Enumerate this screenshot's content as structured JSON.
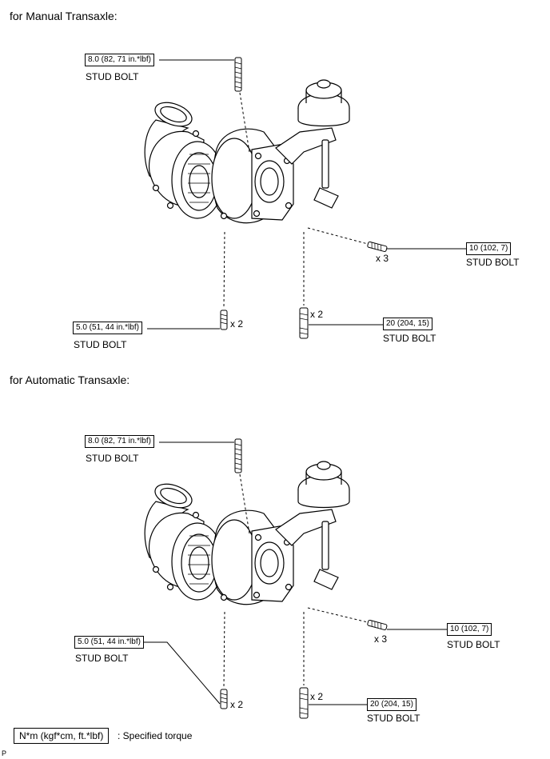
{
  "sections": [
    {
      "heading": "for Manual Transaxle:",
      "callouts": {
        "top": {
          "torque": "8.0 (82, 71 in.*lbf)",
          "label": "STUD BOLT"
        },
        "right": {
          "torque": "10 (102, 7)",
          "label": "STUD BOLT",
          "qty": "x 3"
        },
        "left_bottom": {
          "torque": "5.0 (51, 44 in.*lbf)",
          "label": "STUD BOLT",
          "qty": "x 2"
        },
        "right_bottom": {
          "torque": "20 (204, 15)",
          "label": "STUD BOLT",
          "qty": "x 2"
        }
      }
    },
    {
      "heading": "for Automatic Transaxle:",
      "callouts": {
        "top": {
          "torque": "8.0 (82, 71 in.*lbf)",
          "label": "STUD BOLT"
        },
        "right": {
          "torque": "10 (102, 7)",
          "label": "STUD BOLT",
          "qty": "x 3"
        },
        "left_bottom": {
          "torque": "5.0 (51, 44 in.*lbf)",
          "label": "STUD BOLT",
          "qty": "x 2"
        },
        "right_bottom": {
          "torque": "20 (204, 15)",
          "label": "STUD BOLT",
          "qty": "x 2"
        }
      }
    }
  ],
  "legend": {
    "box": "N*m (kgf*cm, ft.*lbf)",
    "text": ": Specified torque"
  },
  "corner_mark": "P"
}
